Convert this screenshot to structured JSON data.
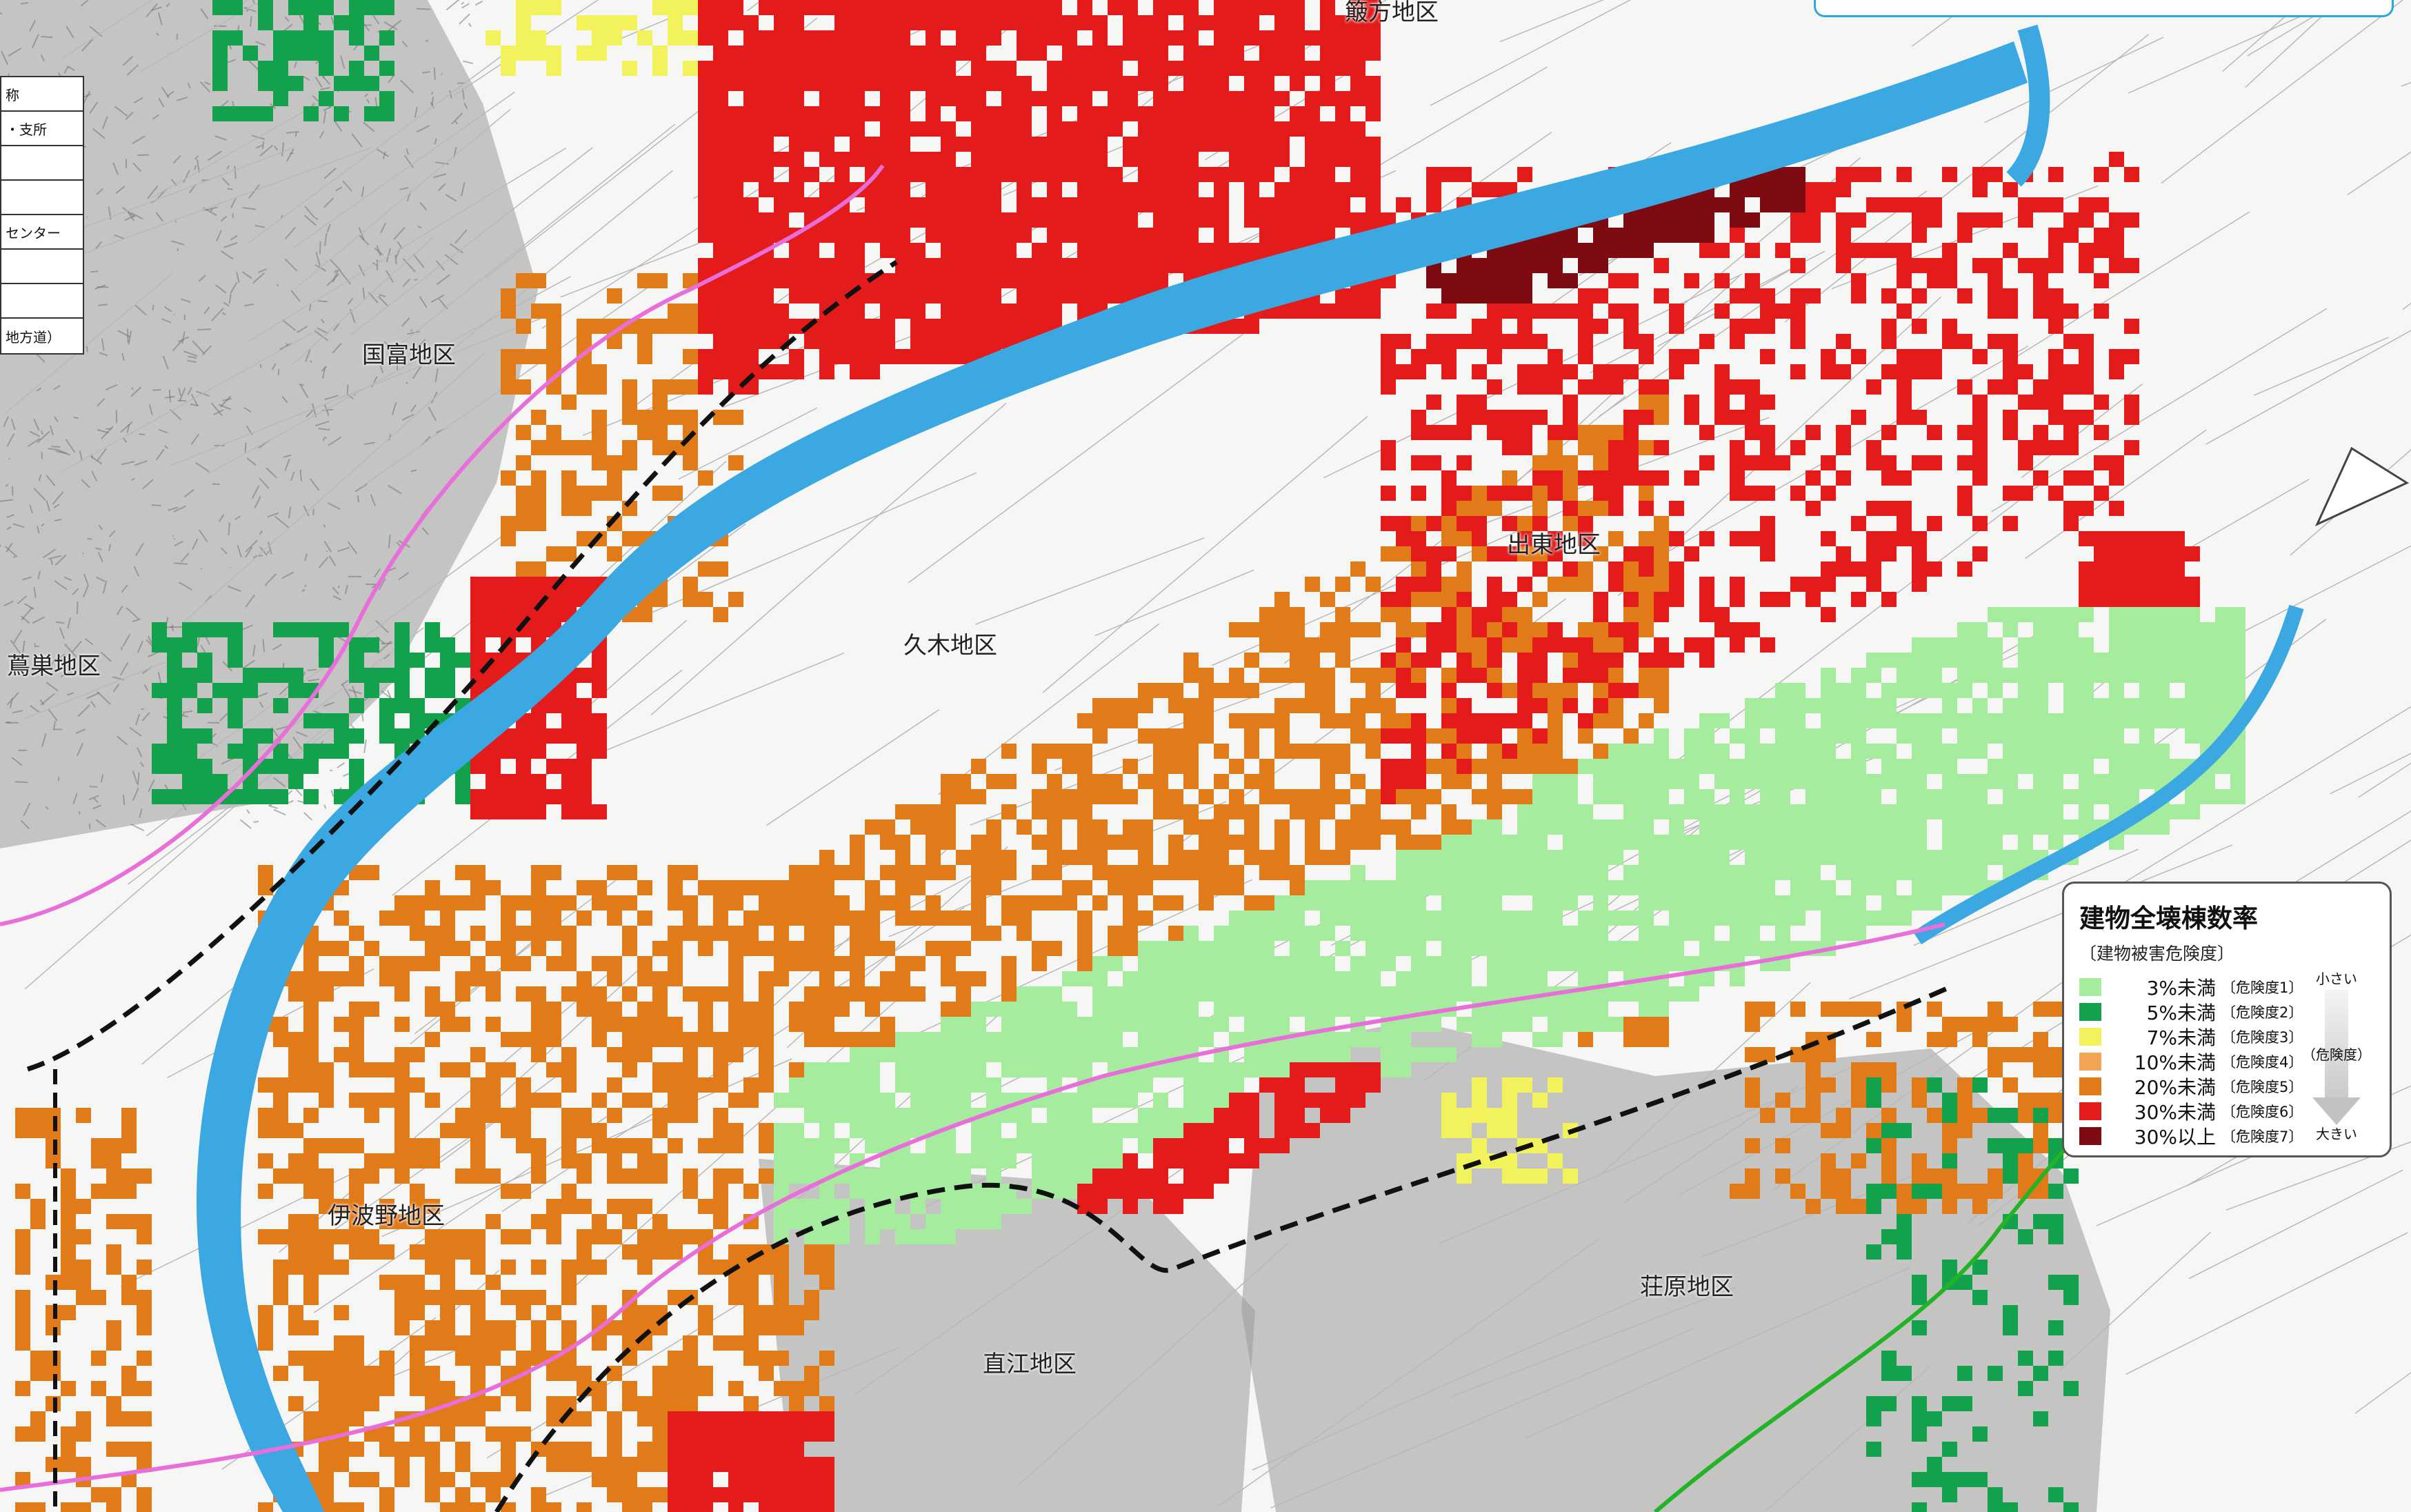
{
  "districts": {
    "kunitomi": "国富地区",
    "kumo": "蔦巣地区",
    "hikawa": "簸方地区",
    "izumo": "出東地区",
    "kuki": "久木地区",
    "ibano": "伊波野地区",
    "naoe": "直江地区",
    "shobara": "荘原地区"
  },
  "left_table": [
    "称",
    "・支所",
    "",
    "",
    "センター",
    "",
    "",
    "地方道）"
  ],
  "legend": {
    "title": "建物全壊棟数率",
    "subtitle": "〔建物被害危険度〕",
    "items": [
      {
        "label": "3%未満",
        "level": "〔危険度1〕",
        "color": "#a6ec9f"
      },
      {
        "label": "5%未満",
        "level": "〔危険度2〕",
        "color": "#14a14c"
      },
      {
        "label": "7%未満",
        "level": "〔危険度3〕",
        "color": "#f2f25d"
      },
      {
        "label": "10%未満",
        "level": "〔危険度4〕",
        "color": "#f3a455"
      },
      {
        "label": "20%未満",
        "level": "〔危険度5〕",
        "color": "#e17b19"
      },
      {
        "label": "30%未満",
        "level": "〔危険度6〕",
        "color": "#e31b1b"
      },
      {
        "label": "30%以上",
        "level": "〔危険度7〕",
        "color": "#7e0b12"
      }
    ],
    "scale_small": "小さい",
    "scale_mid": "（危険度）",
    "scale_big": "大きい"
  },
  "colors": {
    "river": "#3ba8e2",
    "road_pink": "#e86fd9",
    "rail": "#111111",
    "green_line": "#22b326",
    "hillshade": "#9a9a9a"
  }
}
